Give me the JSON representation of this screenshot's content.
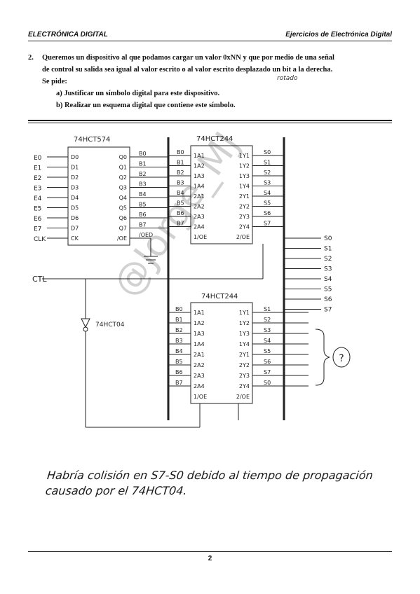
{
  "header": {
    "left": "ELECTRÓNICA DIGITAL",
    "right": "Ejercicios de Electrónica Digital"
  },
  "question": {
    "number": "2.",
    "line1": "Queremos un dispositivo al que podamos cargar un valor 0xNN y que por medio de una señal",
    "line2": "de control su salida sea igual al valor escrito o al valor escrito desplazado un bit a la derecha.",
    "line3": "Se pide:",
    "item_a": "a)  Justificar un símbolo digital para este dispositivo.",
    "item_b": "b)  Realizar un esquema digital que contiene este símbolo.",
    "annotation": "rotado"
  },
  "diagram": {
    "ff_title": "74HCT574",
    "ff_inputs": [
      "D0",
      "D1",
      "D2",
      "D3",
      "D4",
      "D5",
      "D6",
      "D7",
      "CK"
    ],
    "ff_outputs": [
      "Q0",
      "Q1",
      "Q2",
      "Q3",
      "Q4",
      "Q5",
      "Q6",
      "Q7",
      "/OE"
    ],
    "in_labels": [
      "E0",
      "E1",
      "E2",
      "E3",
      "E4",
      "E5",
      "E6",
      "E7",
      "CLK"
    ],
    "q_labels": [
      "B0",
      "B1",
      "B2",
      "B3",
      "B4",
      "B5",
      "B6",
      "B7",
      "/OED"
    ],
    "buf_title": "74HCT244",
    "buf_pins_left": [
      "1A1",
      "1A2",
      "1A3",
      "1A4",
      "2A1",
      "2A2",
      "2A3",
      "2A4",
      "1/OE"
    ],
    "buf_pins_right": [
      "1Y1",
      "1Y2",
      "1Y3",
      "1Y4",
      "2Y1",
      "2Y2",
      "2Y3",
      "2Y4",
      "2/OE"
    ],
    "buf1_in": [
      "B0",
      "B1",
      "B2",
      "B3",
      "B4",
      "B5",
      "B6",
      "B7"
    ],
    "buf1_out": [
      "S0",
      "S1",
      "S2",
      "S3",
      "S4",
      "S5",
      "S6",
      "S7"
    ],
    "buf2_in": [
      "B0",
      "B1",
      "B2",
      "B3",
      "B4",
      "B5",
      "B6",
      "B7"
    ],
    "buf2_out": [
      "S1",
      "S2",
      "S3",
      "S4",
      "S5",
      "S6",
      "S7",
      "S0"
    ],
    "bus_out": [
      "S0",
      "S1",
      "S2",
      "S3",
      "S4",
      "S5",
      "S6",
      "S7"
    ],
    "ctl_label": "CTL",
    "inverter_label": "74HCT04",
    "question_mark": "?"
  },
  "note": "Habría colisión en S7-S0 debido al tiempo de propagación causado por el 74HCT04.",
  "page_number": "2",
  "watermark": "@Jorge_MJ"
}
